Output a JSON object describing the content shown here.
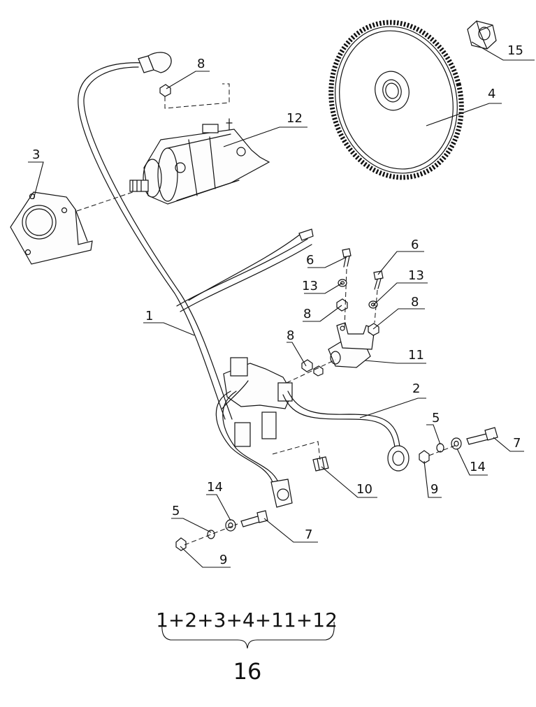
{
  "callouts": {
    "c1": "1",
    "c2": "2",
    "c3": "3",
    "c4": "4",
    "c5a": "5",
    "c5b": "5",
    "c6a": "6",
    "c6b": "6",
    "c7a": "7",
    "c7b": "7",
    "c8a": "8",
    "c8b": "8",
    "c8c": "8",
    "c8d": "8",
    "c9a": "9",
    "c9b": "9",
    "c10": "10",
    "c11": "11",
    "c12": "12",
    "c13a": "13",
    "c13b": "13",
    "c14a": "14",
    "c14b": "14",
    "c15": "15"
  },
  "kit": {
    "formula": "1+2+3+4+11+12",
    "total": "16"
  }
}
